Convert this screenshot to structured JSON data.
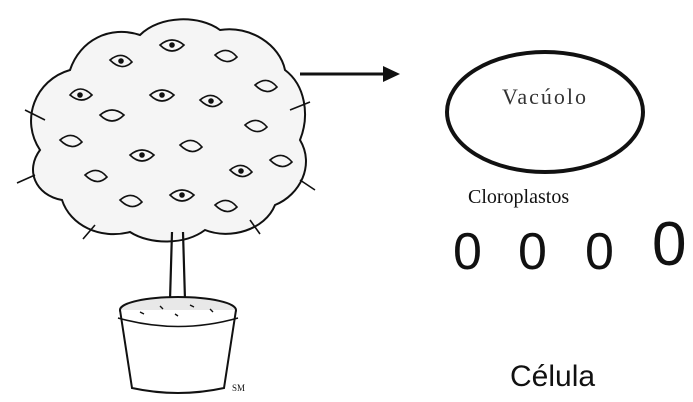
{
  "diagram": {
    "vacuole_label": "Vacúolo",
    "chloroplasts_label": "Cloroplastos",
    "chloroplasts": [
      "0",
      "0",
      "0",
      "0"
    ],
    "cell_label": "Célula",
    "illustrator_mark": "SM"
  },
  "colors": {
    "ink": "#111111",
    "background": "#ffffff"
  },
  "icons": {
    "plant": "potted-tree-icon",
    "arrow": "arrow-right-icon"
  }
}
